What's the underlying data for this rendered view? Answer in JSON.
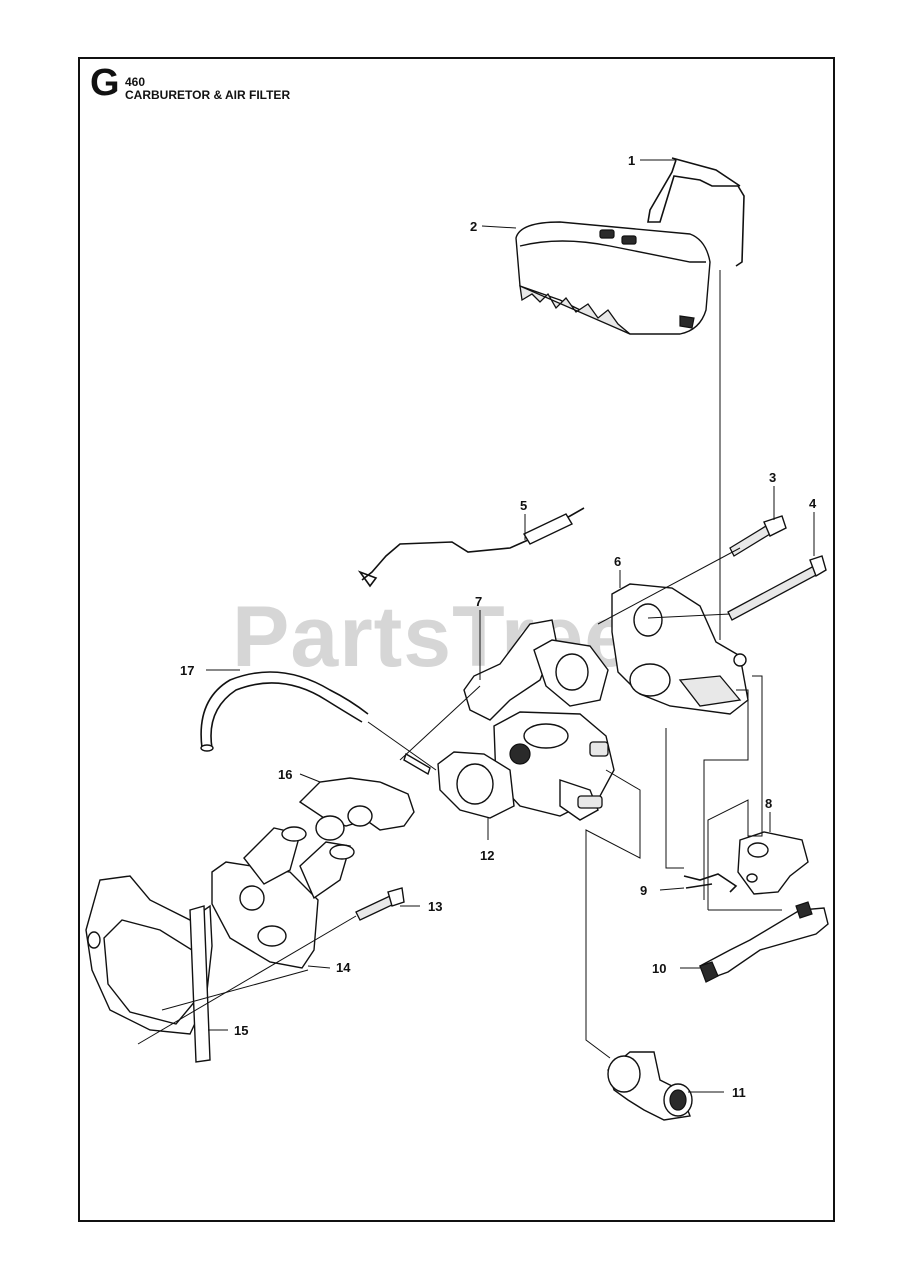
{
  "header": {
    "section_letter": "G",
    "model": "460",
    "title": "CARBURETOR & AIR FILTER"
  },
  "watermark": "PartsTree",
  "callouts": [
    "1",
    "2",
    "3",
    "4",
    "5",
    "6",
    "7",
    "8",
    "9",
    "10",
    "11",
    "12",
    "13",
    "14",
    "15",
    "16",
    "17"
  ]
}
